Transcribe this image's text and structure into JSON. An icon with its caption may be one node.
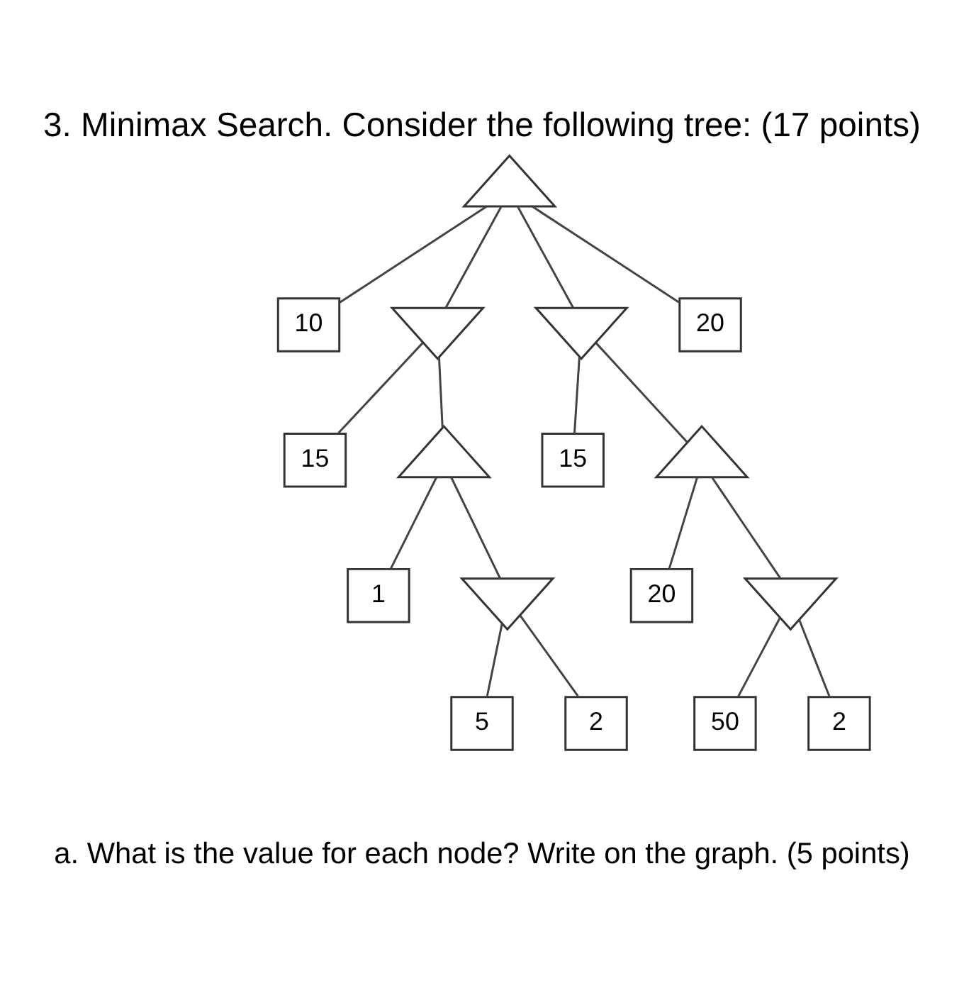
{
  "diagram": {
    "title": "3. Minimax Search. Consider the following tree: (17 points)",
    "nodes": [
      {
        "text": [],
        "shape": "triangle"
      },
      {
        "text": [
          "10"
        ]
      },
      {
        "text": [],
        "shape": "invtriangle"
      },
      {
        "text": [],
        "shape": "invtriangle"
      },
      {
        "text": [
          "20"
        ]
      },
      {
        "text": [
          "15"
        ]
      },
      {
        "text": [],
        "shape": "triangle"
      },
      {
        "text": [
          "15"
        ]
      },
      {
        "text": [],
        "shape": "triangle"
      },
      {
        "text": [
          "1"
        ]
      },
      {
        "text": [],
        "shape": "invtriangle"
      },
      {
        "text": [
          "20"
        ]
      },
      {
        "text": [],
        "shape": "invtriangle"
      },
      {
        "text": [
          "5"
        ]
      },
      {
        "text": [
          "2"
        ]
      },
      {
        "text": [
          "50"
        ]
      },
      {
        "text": [
          "2"
        ]
      }
    ],
    "edges": [
      {
        "from": 0,
        "to": 1,
        "arrow": "none"
      },
      {
        "from": 0,
        "to": 2,
        "arrow": "none"
      },
      {
        "from": 0,
        "to": 3,
        "arrow": "none"
      },
      {
        "from": 0,
        "to": 4,
        "arrow": "none"
      },
      {
        "from": 2,
        "to": 5,
        "arrow": "none"
      },
      {
        "from": 2,
        "to": 6,
        "arrow": "none"
      },
      {
        "from": 3,
        "to": 7,
        "arrow": "none"
      },
      {
        "from": 3,
        "to": 8,
        "arrow": "none"
      },
      {
        "from": 6,
        "to": 9,
        "arrow": "none"
      },
      {
        "from": 6,
        "to": 10,
        "arrow": "none"
      },
      {
        "from": 8,
        "to": 11,
        "arrow": "none"
      },
      {
        "from": 8,
        "to": 12,
        "arrow": "none"
      },
      {
        "from": 10,
        "to": 13,
        "arrow": "none"
      },
      {
        "from": 10,
        "to": 14,
        "arrow": "none"
      },
      {
        "from": 12,
        "to": 15,
        "arrow": "none"
      },
      {
        "from": 12,
        "to": 16,
        "arrow": "none"
      }
    ],
    "labels": [
      "a. What is the value for each node? Write on the graph. (5 points)"
    ]
  }
}
